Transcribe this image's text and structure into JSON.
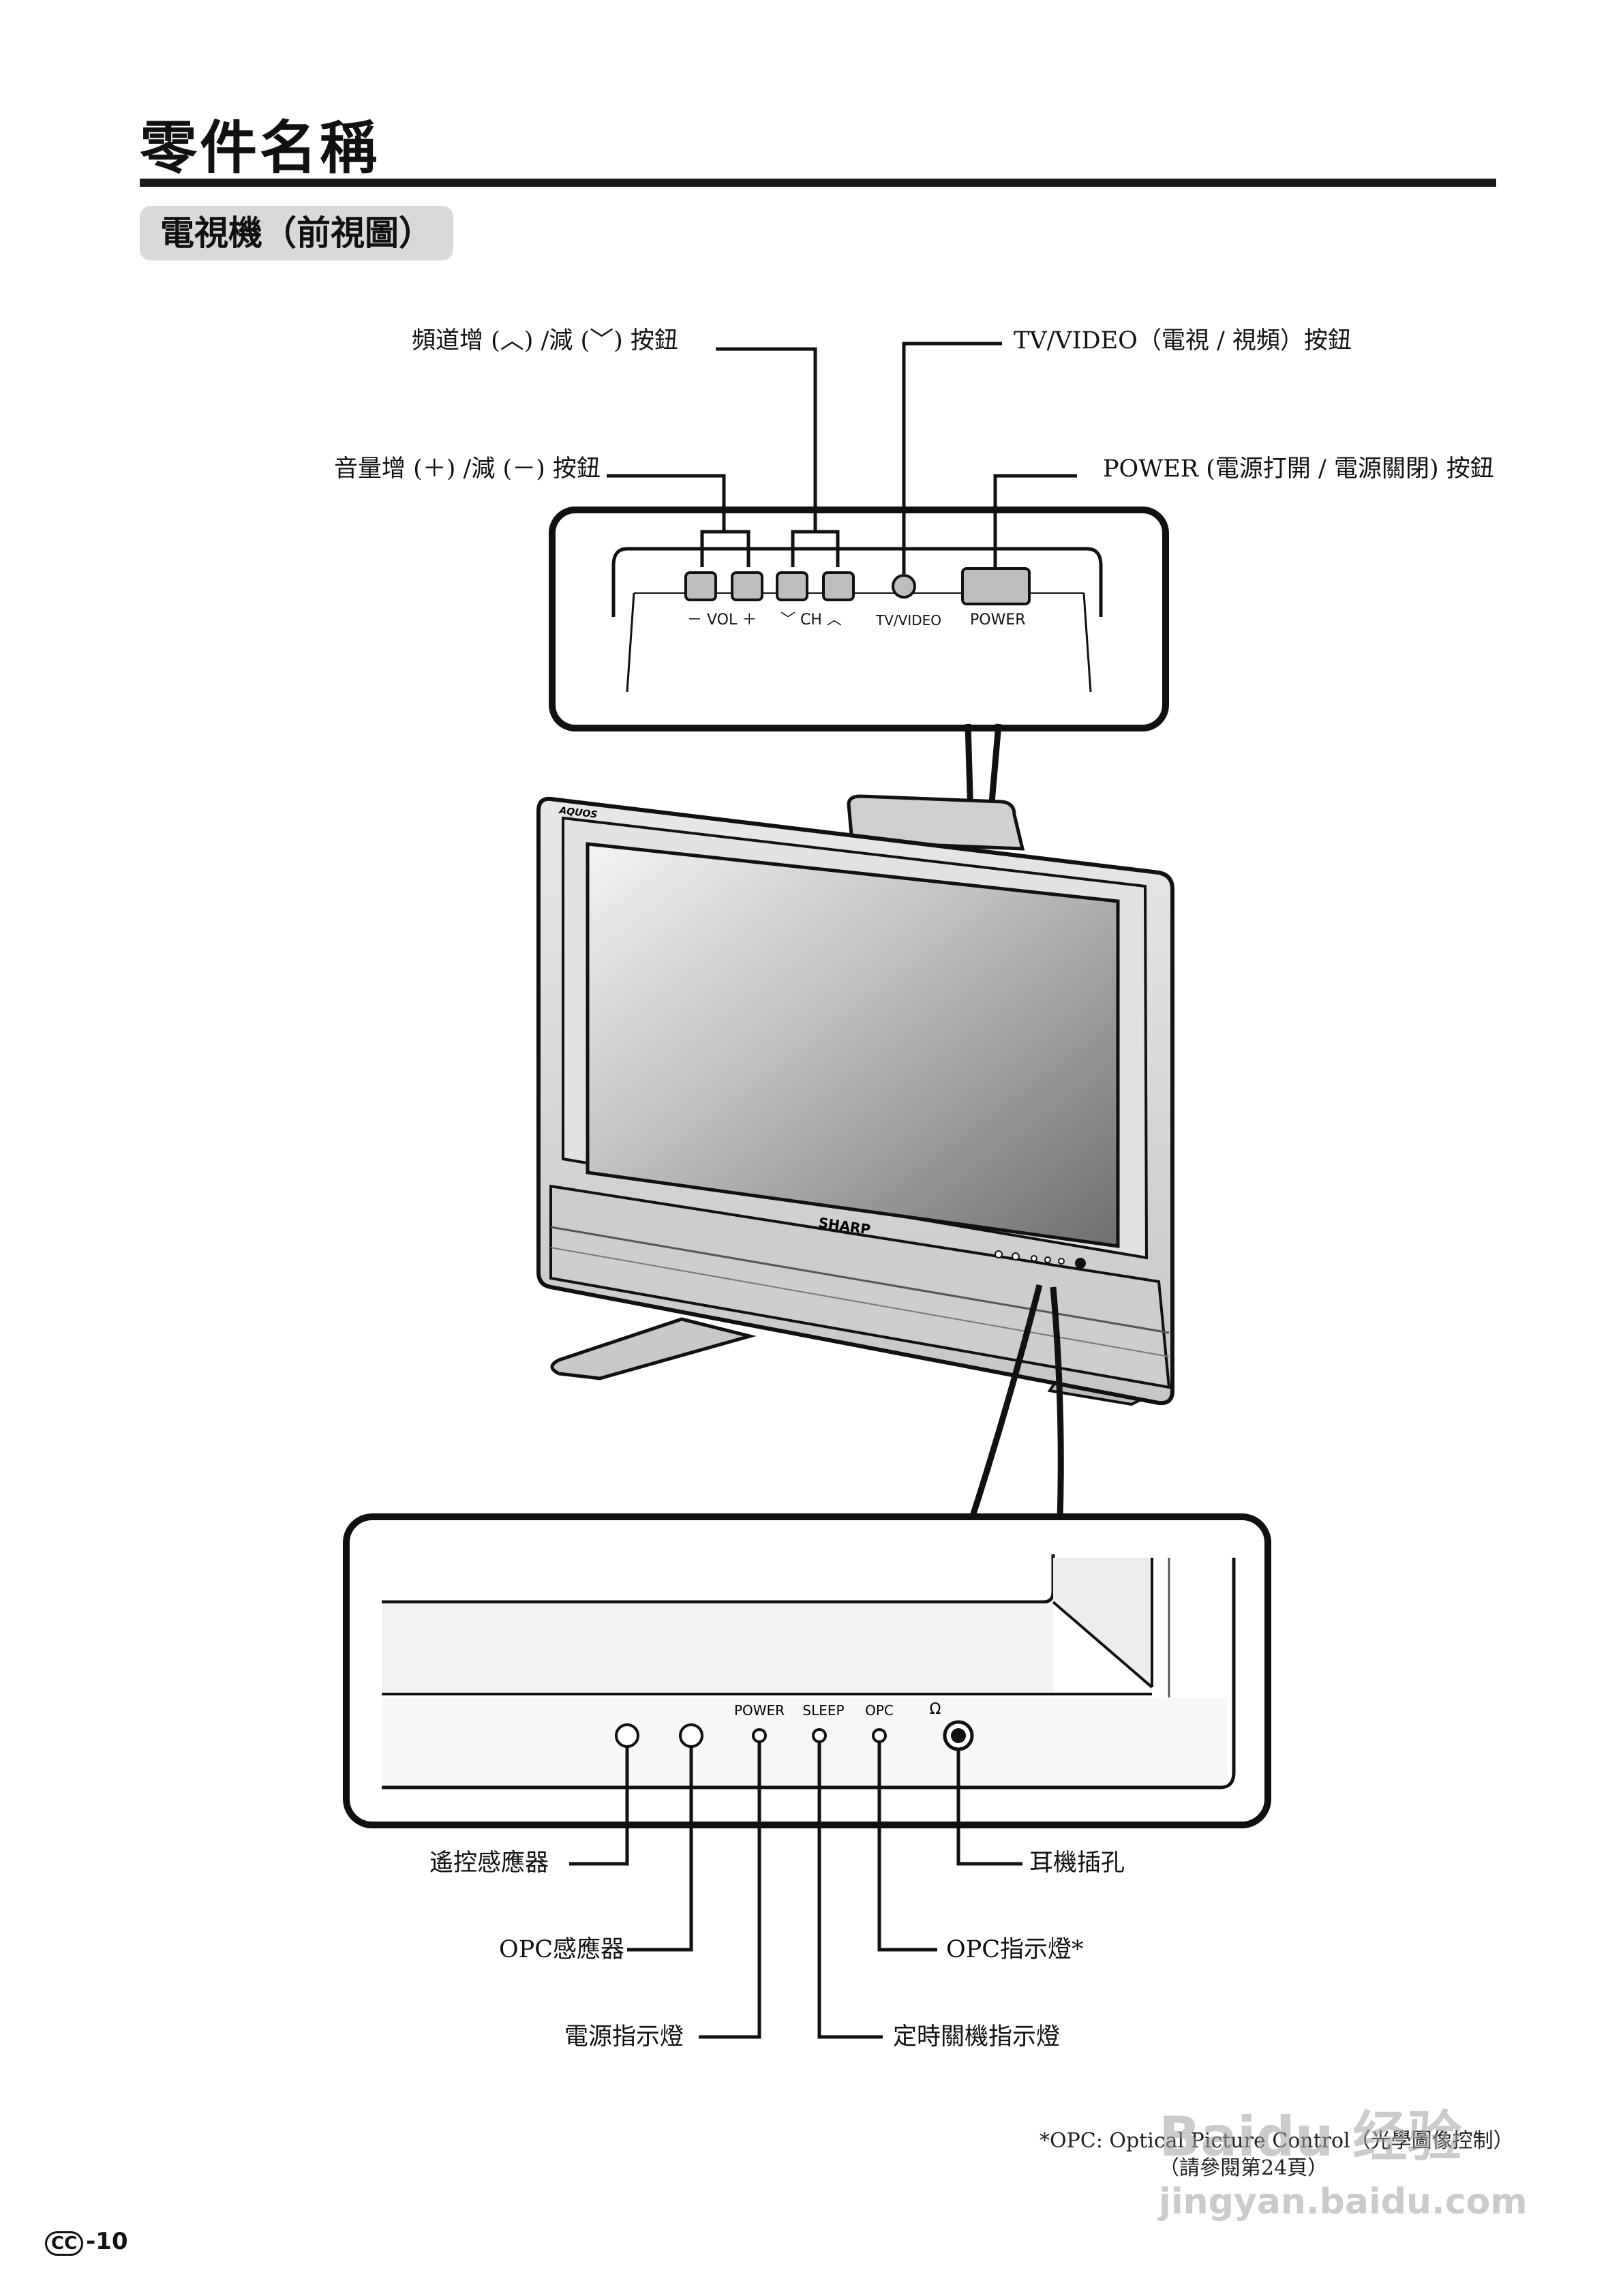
{
  "page": {
    "title": "零件名稱",
    "section_label": "電視機（前視圖）",
    "page_number": "-10",
    "cc_badge": "CC"
  },
  "top_panel": {
    "buttons": {
      "vol": "－ VOL ＋",
      "ch": "﹀ CH ︿",
      "tv_video": "TV/VIDEO",
      "power": "POWER"
    },
    "callouts": {
      "channel": "頻道增 (︿) /減 (﹀) 按鈕",
      "volume": "音量增 (＋) /減 (－) 按鈕",
      "tv_video": "TV/VIDEO（電視 / 視頻）按鈕",
      "power": "POWER (電源打開 / 電源關閉) 按鈕"
    }
  },
  "tv": {
    "brand": "SHARP",
    "series": "AQUOS"
  },
  "bottom_panel": {
    "indicator_labels": {
      "power": "POWER",
      "sleep": "SLEEP",
      "opc": "OPC",
      "headphone": "Ω"
    },
    "callouts": {
      "remote_sensor": "遙控感應器",
      "opc_sensor": "OPC感應器",
      "power_indicator": "電源指示燈",
      "sleep_indicator": "定時關機指示燈",
      "opc_indicator": "OPC指示燈*",
      "headphone_jack": "耳機插孔"
    }
  },
  "footnote": {
    "line1": "*OPC: Optical Picture Control（光學圖像控制）",
    "line2": "（請參閱第24頁）"
  },
  "watermark": {
    "logo": "Baidu 经验",
    "url": "jingyan.baidu.com"
  }
}
